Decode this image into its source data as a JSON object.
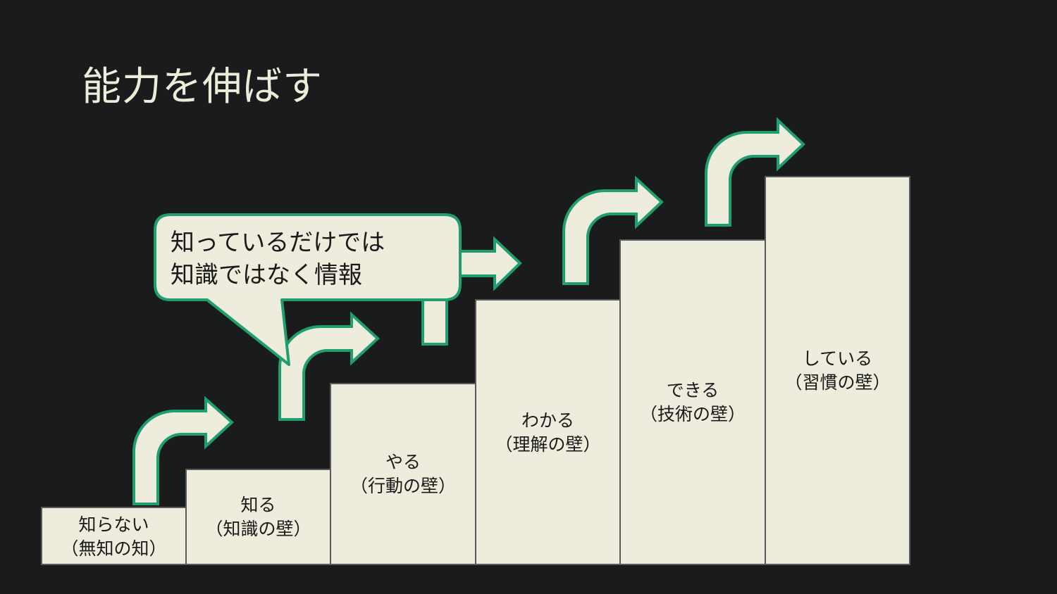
{
  "slide": {
    "title": "能力を伸ばす"
  },
  "steps": [
    {
      "label": "知らない",
      "wall": "（無知の知）"
    },
    {
      "label": "知る",
      "wall": "（知識の壁）"
    },
    {
      "label": "やる",
      "wall": "（行動の壁）"
    },
    {
      "label": "わかる",
      "wall": "（理解の壁）"
    },
    {
      "label": "できる",
      "wall": "（技術の壁）"
    },
    {
      "label": "している",
      "wall": "（習慣の壁）"
    }
  ],
  "callout": {
    "line1": "知っているだけでは",
    "line2": "知識ではなく情報"
  },
  "colors": {
    "background": "#1a1b1d",
    "step_fill": "#eeecdc",
    "arrow_stroke": "#1f9e6e",
    "title_text": "#edebd9"
  }
}
